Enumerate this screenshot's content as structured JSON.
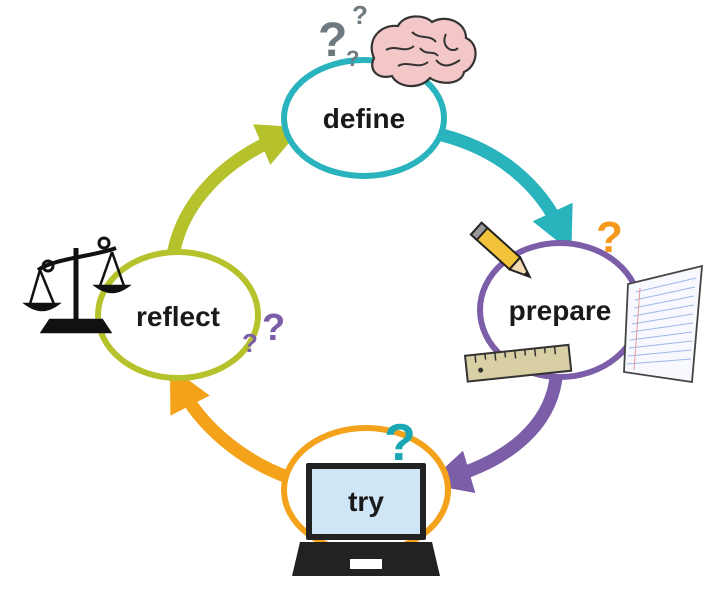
{
  "stages": {
    "define": {
      "label": "define",
      "color": "#28b3bd"
    },
    "prepare": {
      "label": "prepare",
      "color": "#7b5ea7"
    },
    "try": {
      "label": "try",
      "color": "#f3a21a"
    },
    "reflect": {
      "label": "reflect",
      "color": "#b5c22c"
    }
  },
  "question_mark": "?",
  "icons": {
    "define": "brain-icon",
    "prepare": [
      "pencil-icon",
      "ruler-icon",
      "notepad-icon"
    ],
    "try": "laptop-icon",
    "reflect": "scales-icon"
  },
  "colors": {
    "qmark_gray": "#6f7a80",
    "qmark_orange": "#f39a1c",
    "qmark_teal": "#1aa6b3",
    "qmark_purple": "#7b5ea7",
    "brain_pink": "#f3c7c7"
  }
}
